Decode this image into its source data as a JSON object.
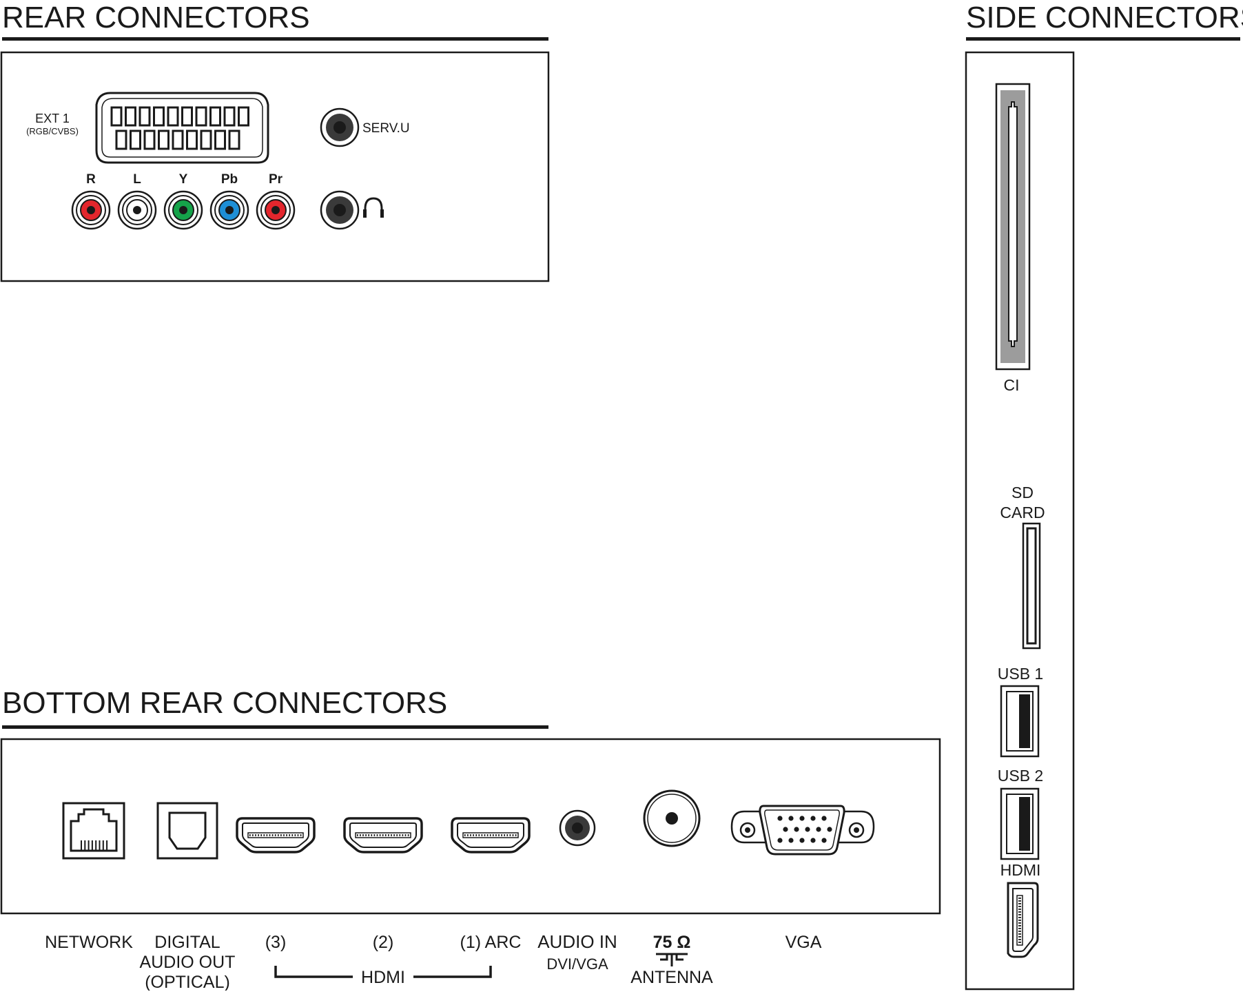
{
  "sections": {
    "rear": {
      "title": "REAR CONNECTORS",
      "ext1": {
        "label": "EXT 1",
        "sublabel": "(RGB/CVBS)"
      },
      "serv_label": "SERV.U",
      "headphone_icon": "headphone-icon",
      "rca_jacks": [
        {
          "label": "R",
          "color": "#e3262d"
        },
        {
          "label": "L",
          "color": "#ffffff"
        },
        {
          "label": "Y",
          "color": "#15a34a"
        },
        {
          "label": "Pb",
          "color": "#1e8fd6"
        },
        {
          "label": "Pr",
          "color": "#e3262d"
        }
      ]
    },
    "bottom": {
      "title": "BOTTOM REAR CONNECTORS",
      "labels": {
        "network": "NETWORK",
        "digital_audio_out": [
          "DIGITAL",
          "AUDIO OUT",
          "(OPTICAL)"
        ],
        "hdmi3": "(3)",
        "hdmi2": "(2)",
        "hdmi1": "(1) ARC",
        "hdmi_group": "HDMI",
        "audio_in": "AUDIO IN",
        "audio_in_sub": "DVI/VGA",
        "antenna_ohm": "75 Ω",
        "antenna": "ANTENNA",
        "vga": "VGA"
      }
    },
    "side": {
      "title": "SIDE CONNECTORS",
      "labels": {
        "ci": "CI",
        "sd_card": [
          "SD",
          "CARD"
        ],
        "usb1": "USB 1",
        "usb2": "USB 2",
        "hdmi": "HDMI"
      }
    }
  },
  "colors": {
    "line": "#1a1a1a",
    "ci_slot_gray": "#9c9c9c",
    "jack_dark": "#3a3a3a"
  }
}
